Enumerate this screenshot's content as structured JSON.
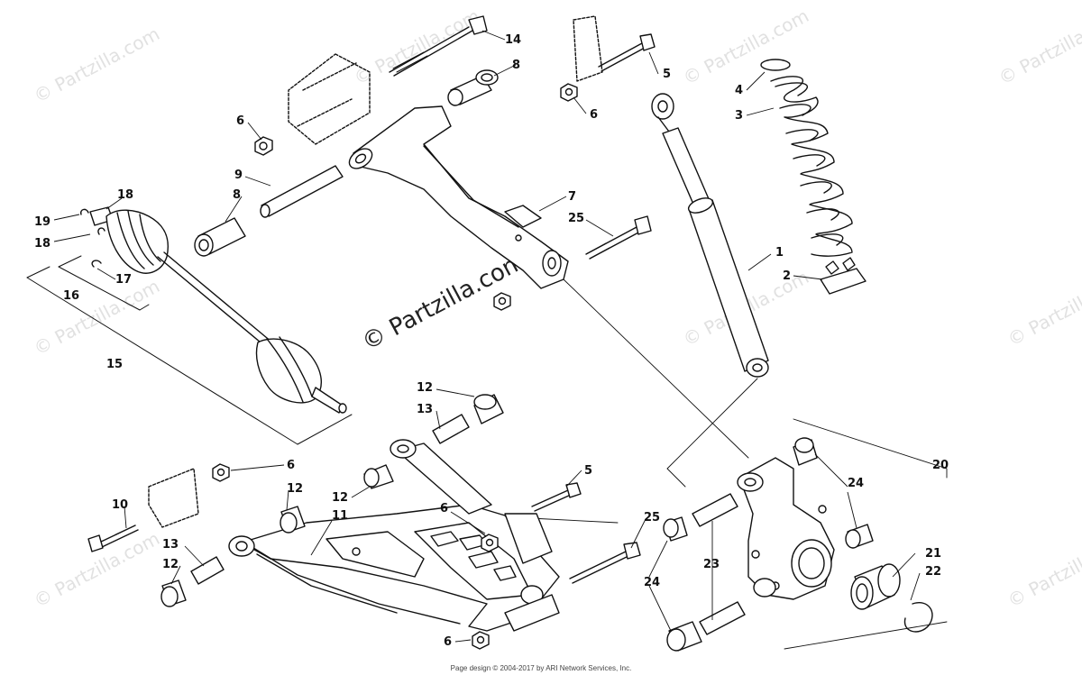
{
  "watermark": {
    "text": "© Partzilla.com"
  },
  "center_watermark": {
    "text": "© Partzilla.com"
  },
  "labels": [
    "1",
    "2",
    "3",
    "4",
    "5",
    "6",
    "7",
    "8",
    "9",
    "10",
    "11",
    "12",
    "13",
    "14",
    "15",
    "16",
    "17",
    "18",
    "19",
    "20",
    "21",
    "22",
    "23",
    "24",
    "25"
  ],
  "callouts": {
    "n1": "1",
    "n2": "2",
    "n3": "3",
    "n4": "4",
    "n5a": "5",
    "n5b": "5",
    "n6a": "6",
    "n6b": "6",
    "n6c": "6",
    "n6d": "6",
    "n6e": "6",
    "n7": "7",
    "n8a": "8",
    "n8b": "8",
    "n9": "9",
    "n10": "10",
    "n11": "11",
    "n12a": "12",
    "n12b": "12",
    "n12c": "12",
    "n12d": "12",
    "n13a": "13",
    "n13b": "13",
    "n14": "14",
    "n15": "15",
    "n16": "16",
    "n17": "17",
    "n18a": "18",
    "n18b": "18",
    "n19": "19",
    "n20": "20",
    "n21": "21",
    "n22": "22",
    "n23": "23",
    "n24a": "24",
    "n24b": "24",
    "n25a": "25",
    "n25b": "25"
  },
  "footer": {
    "text": "Page design © 2004-2017 by ARI Network Services, Inc."
  }
}
